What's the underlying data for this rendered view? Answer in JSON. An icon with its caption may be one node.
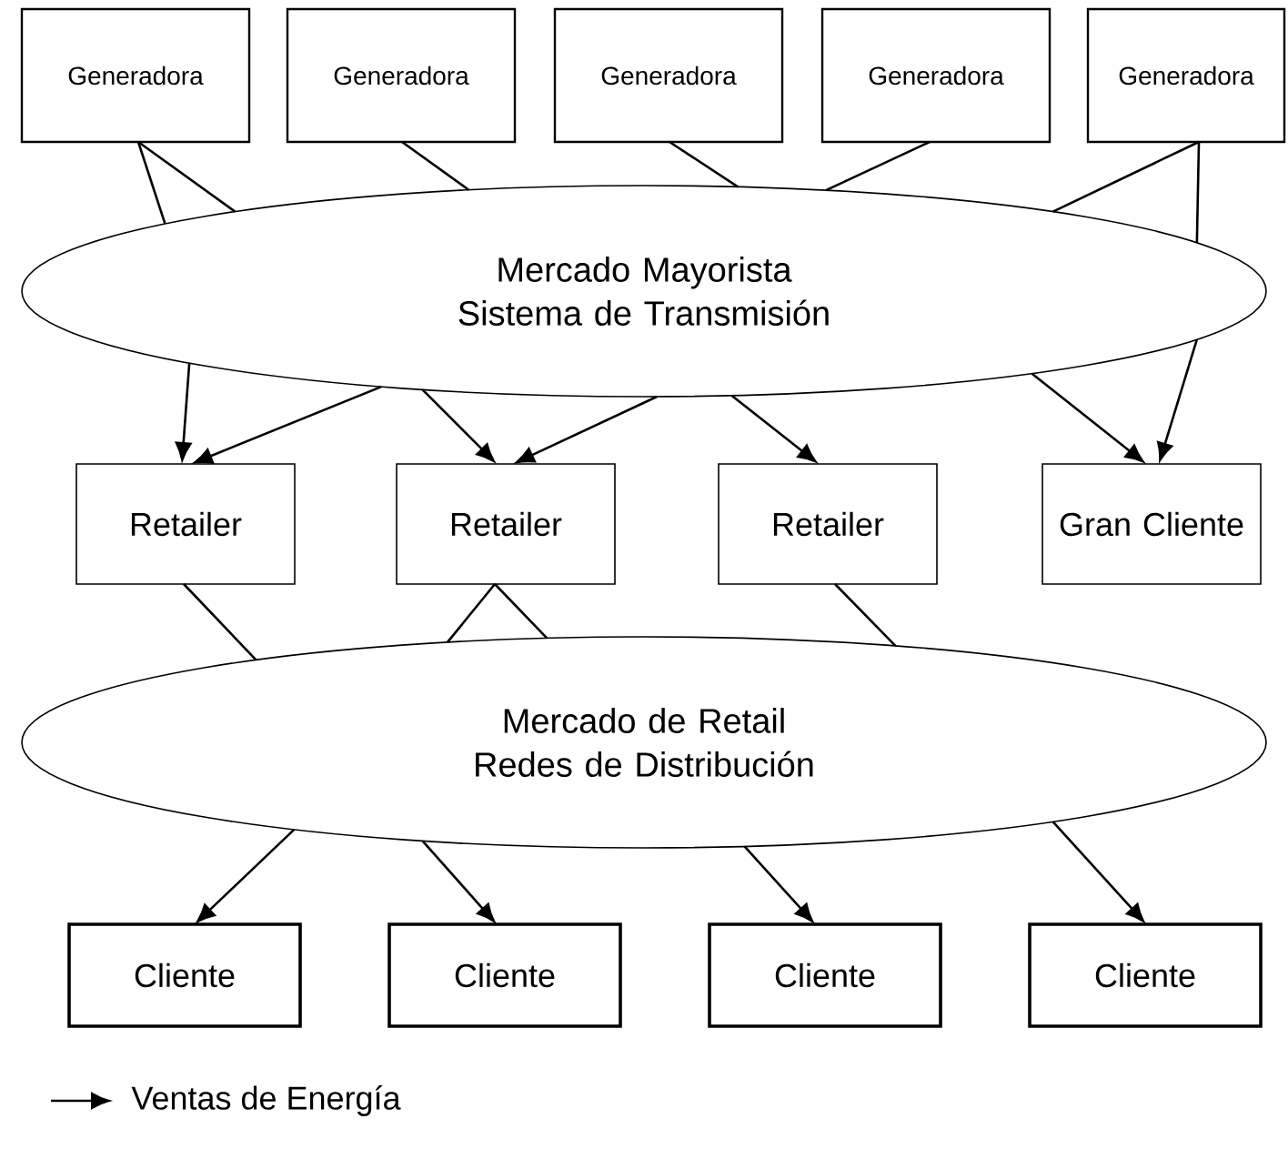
{
  "diagram": {
    "nodes": [
      {
        "text": [
          "Generadora"
        ]
      },
      {
        "text": [
          "Generadora"
        ]
      },
      {
        "text": [
          "Generadora"
        ]
      },
      {
        "text": [
          "Generadora"
        ]
      },
      {
        "text": [
          "Generadora"
        ]
      },
      {
        "text": [
          "Mercado Mayorista Sistema de Transmisión"
        ]
      },
      {
        "text": [
          "Retailer"
        ]
      },
      {
        "text": [
          "Retailer"
        ]
      },
      {
        "text": [
          "Retailer"
        ]
      },
      {
        "text": [
          "Gran Cliente"
        ]
      },
      {
        "text": [
          "Mercado de Retail Redes de Distribución"
        ]
      },
      {
        "text": [
          "Cliente"
        ]
      },
      {
        "text": [
          "Cliente"
        ]
      },
      {
        "text": [
          "Cliente"
        ]
      },
      {
        "text": [
          "Cliente"
        ]
      }
    ],
    "edges": [
      {
        "from": 0,
        "to": 5,
        "arrow": "none"
      },
      {
        "from": 0,
        "to": 5,
        "arrow": "none"
      },
      {
        "from": 1,
        "to": 5,
        "arrow": "none"
      },
      {
        "from": 2,
        "to": 5,
        "arrow": "none"
      },
      {
        "from": 3,
        "to": 5,
        "arrow": "none"
      },
      {
        "from": 4,
        "to": 5,
        "arrow": "none"
      },
      {
        "from": 4,
        "to": 5,
        "arrow": "none"
      },
      {
        "from": 5,
        "to": 6,
        "arrow": "to"
      },
      {
        "from": 5,
        "to": 7,
        "arrow": "to"
      },
      {
        "from": 5,
        "to": 8,
        "arrow": "to"
      },
      {
        "from": 5,
        "to": 9,
        "arrow": "to"
      },
      {
        "from": 5,
        "to": 6,
        "arrow": "to"
      },
      {
        "from": 5,
        "to": 7,
        "arrow": "to"
      },
      {
        "from": 5,
        "to": 9,
        "arrow": "to"
      },
      {
        "from": 6,
        "to": 10,
        "arrow": "none"
      },
      {
        "from": 7,
        "to": 10,
        "arrow": "none"
      },
      {
        "from": 7,
        "to": 10,
        "arrow": "none"
      },
      {
        "from": 8,
        "to": 10,
        "arrow": "none"
      },
      {
        "from": 10,
        "to": 11,
        "arrow": "to"
      },
      {
        "from": 10,
        "to": 12,
        "arrow": "to"
      },
      {
        "from": 10,
        "to": 13,
        "arrow": "to"
      },
      {
        "from": 10,
        "to": 14,
        "arrow": "to"
      }
    ],
    "legend": [
      {
        "text": "Ventas de Energía"
      }
    ]
  }
}
